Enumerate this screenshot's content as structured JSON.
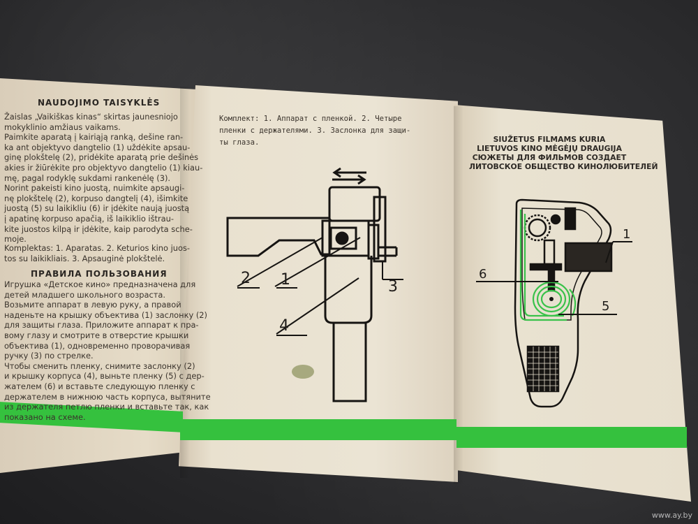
{
  "colors": {
    "paper": "#e9e1cf",
    "green_band": "#35c13e",
    "ink": "#2a2622",
    "leather": "#2b2b2d",
    "film_green": "#39c24a"
  },
  "left_panel": {
    "heading_lt": "NAUDOJIMO TAISYKLĖS",
    "lt_lines": [
      "Žaislas „Vaikiškas kinas“ skirtas jaunesniojo",
      "mokyklinio amžiaus vaikams.",
      "Paimkite aparatą į kairiąją ranką, dešine ran-",
      "ka ant objektyvo dangtelio (1) uždėkite apsau-",
      "ginę plokštelę (2), pridėkite aparatą prie dešinės",
      "akies ir žiūrėkite pro objektyvo dangtelio (1) kiau-",
      "mę, pagal rodyklę sukdami rankenėlę (3).",
      "Norint pakeisti kino juostą, nuimkite apsaugi-",
      "nę plokštelę (2), korpuso dangtelį (4), išimkite",
      "juostą (5) su laikikliu (6) ir įdėkite naują juostą",
      "į apatinę korpuso apačią, iš laikiklio ištrau-",
      "kite juostos kilpą ir įdėkite, kaip parodyta sche-",
      "moje."
    ],
    "lt_komplekt_lines": [
      "Komplektas: 1. Aparatas. 2. Keturios kino juos-",
      "tos su laikikliais. 3. Apsauginė plokštelė."
    ],
    "heading_ru": "ПРАВИЛА ПОЛЬЗОВАНИЯ",
    "ru_lines": [
      "Игрушка «Детское кино» предназначена для",
      "детей младшего школьного возраста.",
      "Возьмите аппарат в левую руку, а правой",
      "наденьте на крышку объектива (1) заслонку (2)",
      "для защиты глаза. Приложите аппарат к пра-",
      "вому глазу и смотрите в отверстие крышки",
      "объектива (1), одновременно проворачивая",
      "ручку (3) по стрелке.",
      "Чтобы сменить пленку, снимите заслонку (2)",
      "и крышку корпуса (4), выньте пленку (5) с дер-",
      "жателем (6) и вставьте следующую пленку с",
      "держателем в нижнюю часть корпуса, вытяните",
      "из держателя петлю пленки и вставьте так, как",
      "показано на схеме."
    ]
  },
  "middle_panel": {
    "komplekt_lines": [
      "Комплект: 1. Аппарат с пленкой. 2. Четыре",
      "пленки с держателями. 3. Заслонка для защи-",
      "ты глаза."
    ],
    "callouts": [
      "2",
      "1",
      "3",
      "4"
    ]
  },
  "right_panel": {
    "credits_lines": [
      "SIUŽETUS FILMAMS KURIA",
      "LIETUVOS KINO MĖGĖJŲ DRAUGIJA",
      "СЮЖЕТЫ ДЛЯ ФИЛЬМОВ СОЗДАЕТ",
      "ЛИТОВСКОЕ ОБЩЕСТВО КИНОЛЮБИТЕЛЕЙ"
    ],
    "callouts": [
      "1",
      "6",
      "5"
    ]
  },
  "watermark": "www.ay.by"
}
